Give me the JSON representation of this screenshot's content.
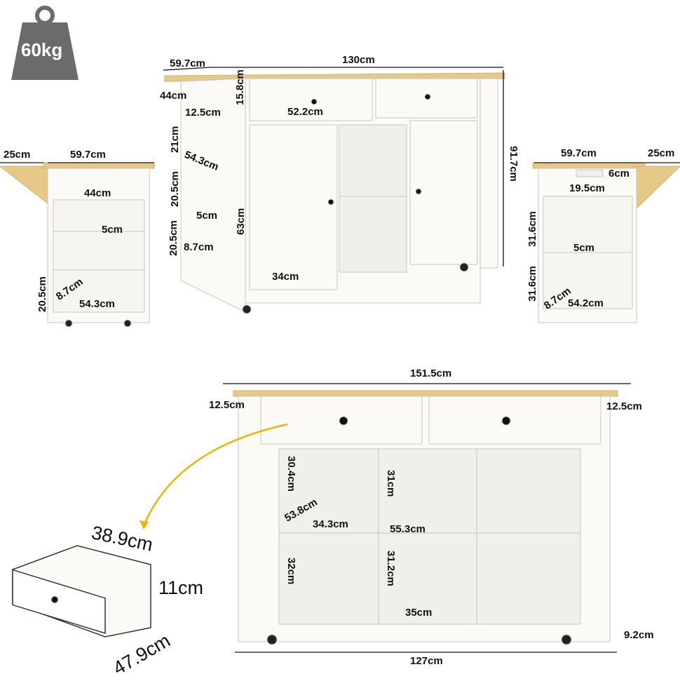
{
  "weight": {
    "label": "60kg"
  },
  "front_view": {
    "labels": [
      "59.7cm",
      "130cm",
      "44cm",
      "12.5cm",
      "15.8cm",
      "52.2cm",
      "21cm",
      "54.3cm",
      "20.5cm",
      "5cm",
      "63cm",
      "20.5cm",
      "8.7cm",
      "34cm",
      "91.7cm"
    ]
  },
  "left_view": {
    "labels": [
      "25cm",
      "59.7cm",
      "44cm",
      "5cm",
      "20.5cm",
      "8.7cm",
      "54.3cm"
    ]
  },
  "right_view": {
    "labels": [
      "59.7cm",
      "25cm",
      "6cm",
      "19.5cm",
      "31.6cm",
      "5cm",
      "31.6cm",
      "8.7cm",
      "54.2cm"
    ]
  },
  "back_view": {
    "labels": [
      "151.5cm",
      "12.5cm",
      "12.5cm",
      "30.4cm",
      "53.8cm",
      "34.3cm",
      "31cm",
      "55.3cm",
      "32cm",
      "31.2cm",
      "35cm",
      "9.2cm",
      "127cm"
    ]
  },
  "drawer": {
    "labels": [
      "38.9cm",
      "11cm",
      "47.9cm"
    ]
  },
  "colors": {
    "wood": "#e6c889",
    "body": "#fbfaf7",
    "outline": "#c9c6bf",
    "weight": "#6b6b6b",
    "arrow": "#f0b400"
  }
}
